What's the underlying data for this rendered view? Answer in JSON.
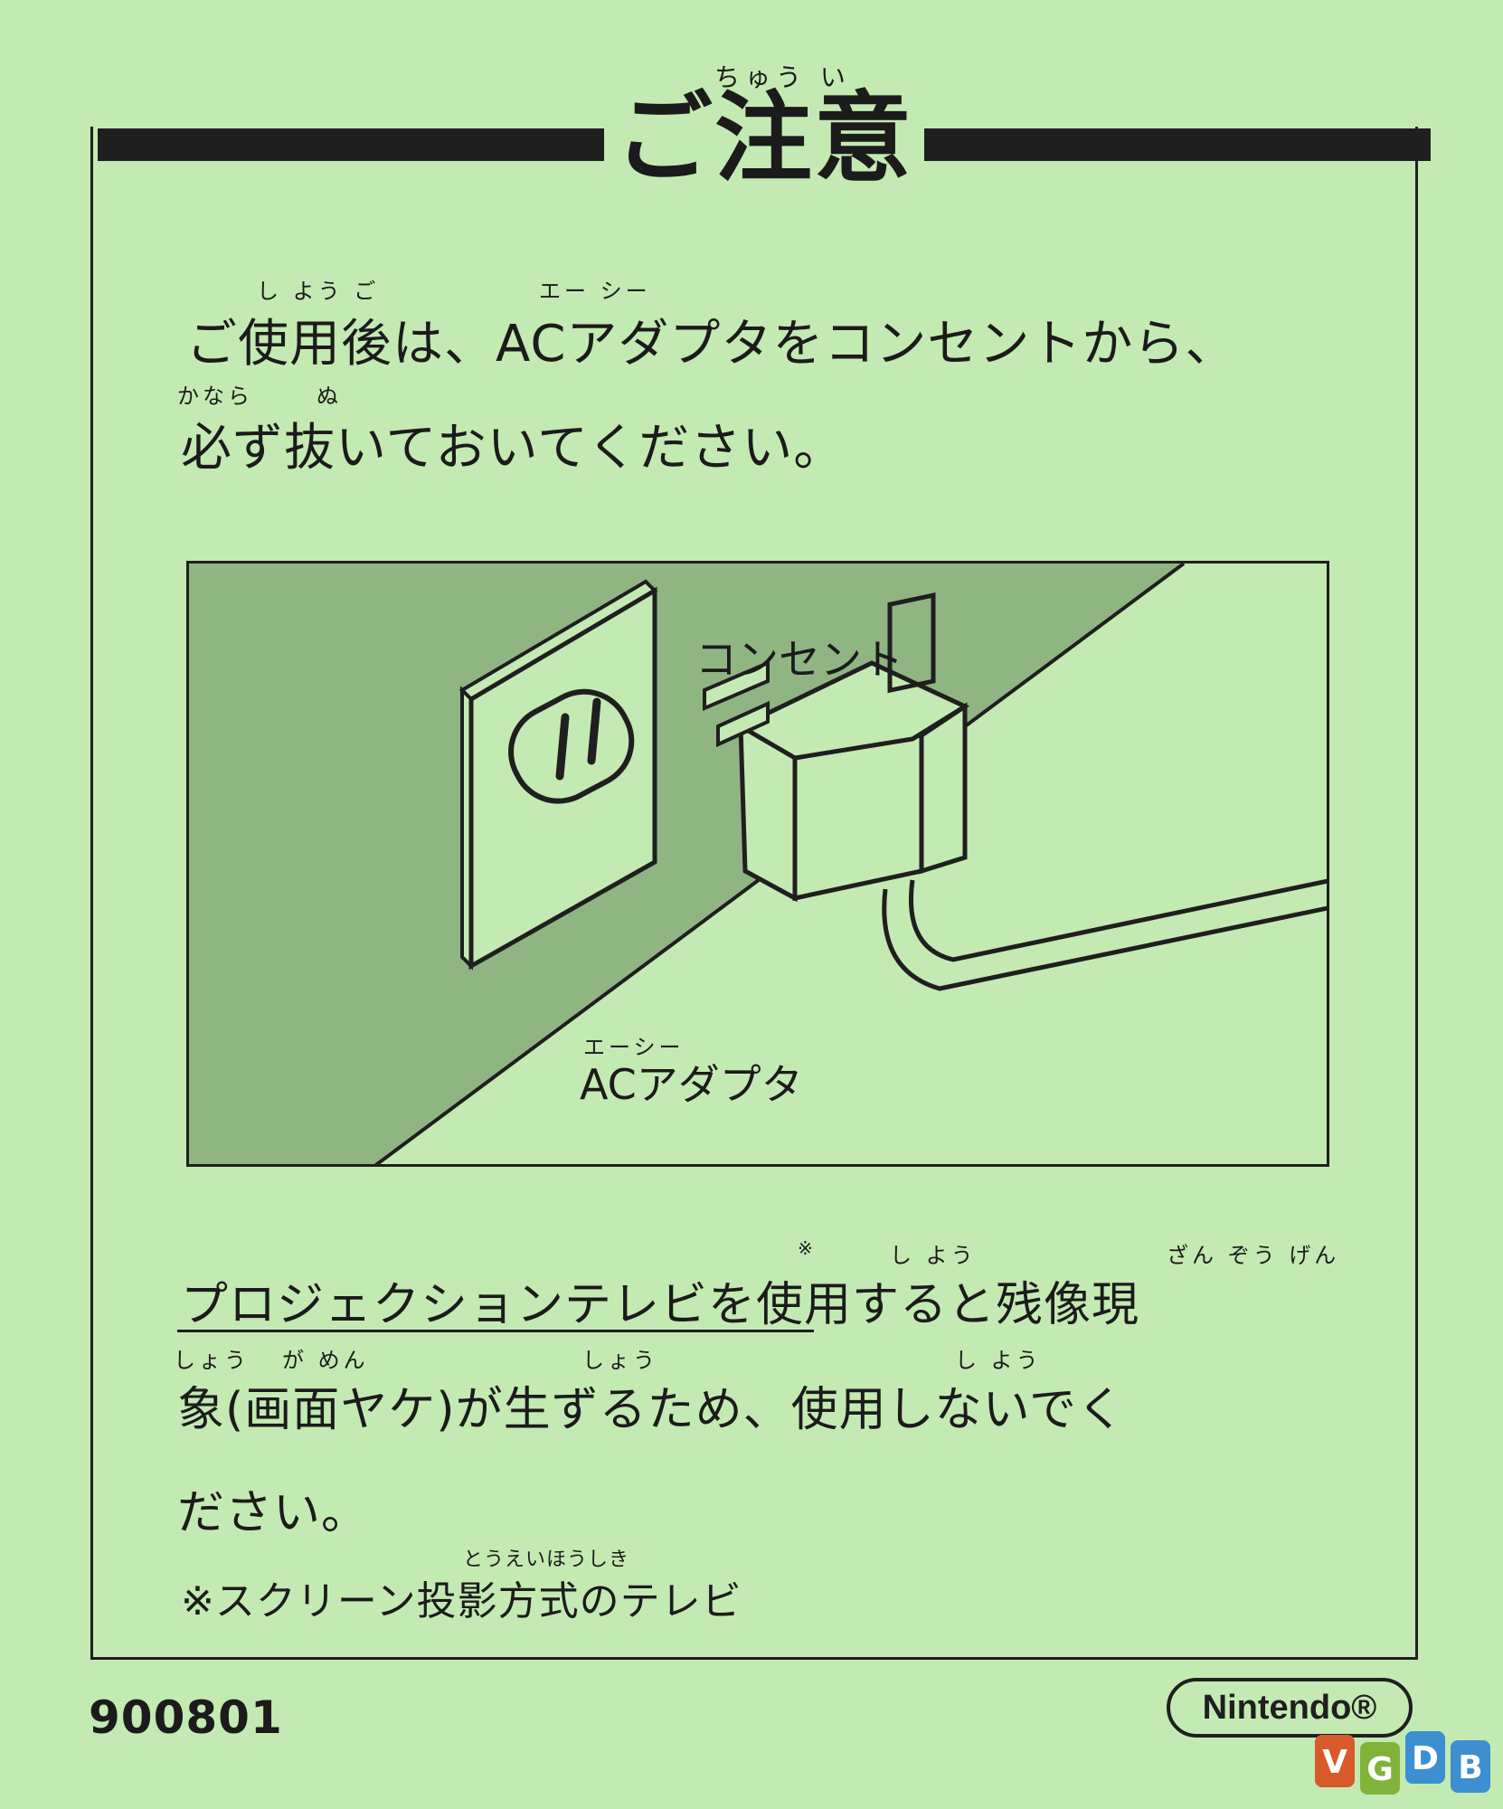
{
  "header": {
    "title": "ご注意",
    "title_ruby": "ちゅう い"
  },
  "paragraph1": {
    "ruby_1": "し よう ご",
    "ruby_2": "エー シー",
    "line_1": "ご使用後は、ACアダプタをコンセントから、",
    "ruby_3": "かなら",
    "ruby_4": "ぬ",
    "line_2": "必ず抜いておいてください。"
  },
  "illustration": {
    "outlet_label": "コンセント",
    "adapter_ruby": "エーシー",
    "adapter_label": "ACアダプタ"
  },
  "paragraph2": {
    "ruby_note": "※",
    "ruby_1": "し よう",
    "ruby_2": "ざん ぞう げん",
    "line_1": "プロジェクションテレビを使用すると残像現",
    "ruby_3": "しょう",
    "ruby_4": "が めん",
    "ruby_5": "しょう",
    "ruby_6": "し よう",
    "line_2": "象(画面ヤケ)が生ずるため、使用しないでく",
    "line_3": "ださい。",
    "note_ruby": "とうえいほうしき",
    "note": "※スクリーン投影方式のテレビ"
  },
  "footer": {
    "code": "900801",
    "brand": "Nintendo®"
  },
  "watermark": {
    "letters": [
      "V",
      "G",
      "D",
      "B"
    ],
    "colors": [
      "#d8592a",
      "#7fb33a",
      "#3d8fd0",
      "#3d8fd0"
    ]
  }
}
